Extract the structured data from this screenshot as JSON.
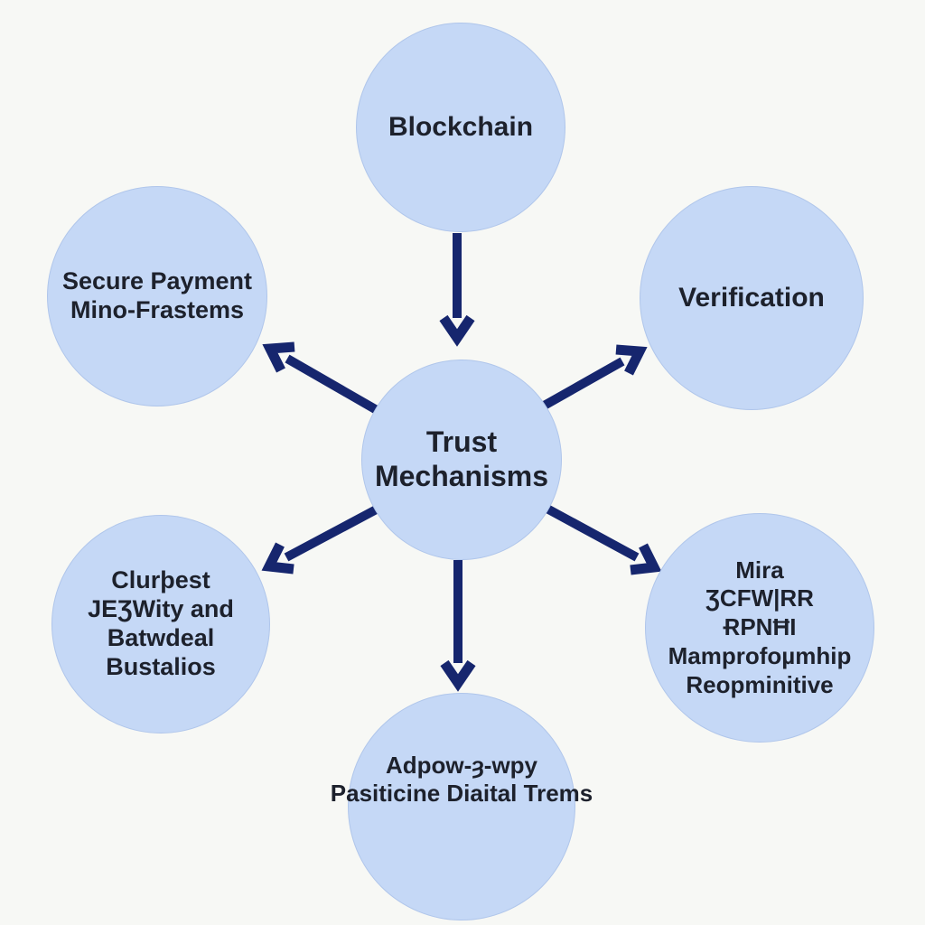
{
  "diagram": {
    "type": "hub-and-spoke",
    "colors": {
      "background": "#f7f8f5",
      "node_fill": "#c5d8f6",
      "arrow": "#16266e",
      "text": "#1d212c"
    },
    "center_node": {
      "lines": [
        "Trust",
        "Mechanisms"
      ]
    },
    "nodes": {
      "top": {
        "lines": [
          "Blockchain"
        ]
      },
      "left": {
        "lines": [
          "Secure Payment",
          "Mino-Frastems"
        ]
      },
      "right": {
        "lines": [
          "Verification"
        ]
      },
      "bottom_left": {
        "lines": [
          "Clurþest",
          "JEƷWity and",
          "Batwdeal",
          "Bustalios"
        ]
      },
      "bottom_right": {
        "lines": [
          "Mira",
          "ƷCFW|RR",
          "ɌPNĦI",
          "Mamprofoµmhip",
          "Reopminitive"
        ]
      },
      "bottom": {
        "lines": [
          "Adpow-ȝ-wpy",
          "Pasiticine Diaital Trems"
        ]
      }
    },
    "connections": [
      {
        "from": "top",
        "to": "center",
        "direction": "down"
      },
      {
        "from": "center",
        "to": "left",
        "direction": "up-left"
      },
      {
        "from": "center",
        "to": "right",
        "direction": "up-right"
      },
      {
        "from": "center",
        "to": "bottom_left",
        "direction": "down-left"
      },
      {
        "from": "center",
        "to": "bottom_right",
        "direction": "down-right"
      },
      {
        "from": "center",
        "to": "bottom",
        "direction": "down"
      }
    ]
  }
}
